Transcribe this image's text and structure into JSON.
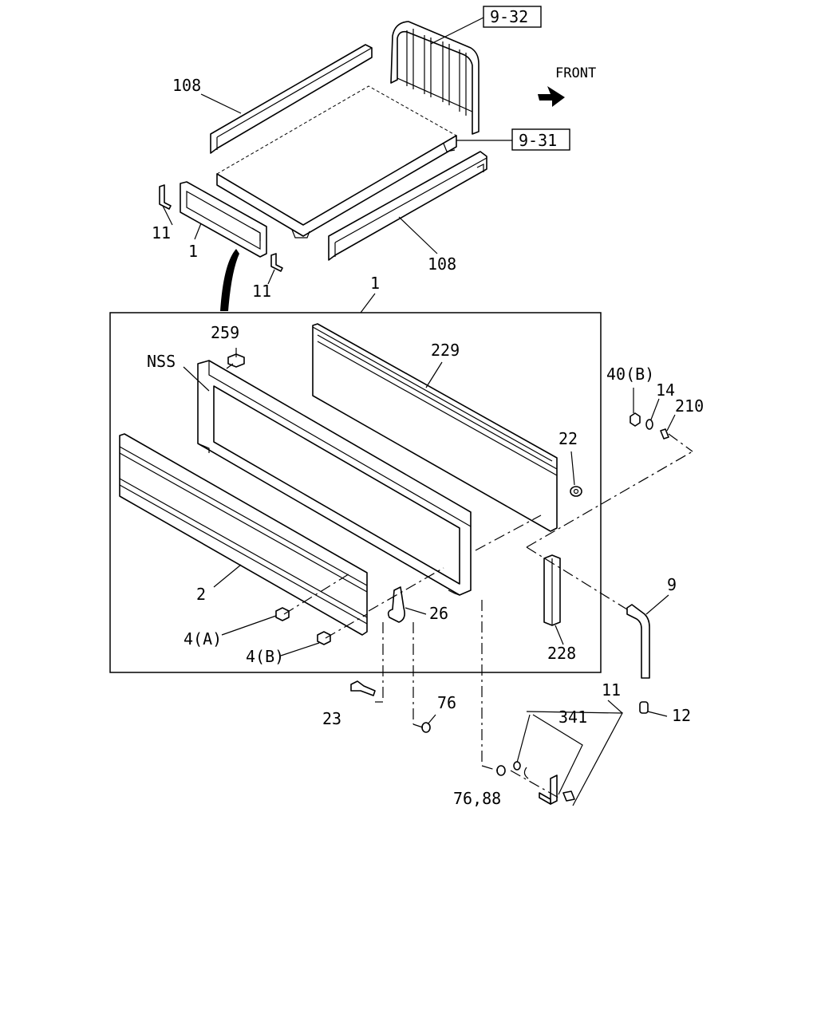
{
  "labels": {
    "ref_9_32": "9-32",
    "ref_9_31": "9-31",
    "front": "FRONT",
    "l108_top": "108",
    "l108_bottom": "108",
    "l11_a": "11",
    "l1_a": "1",
    "l11_b": "11",
    "l1_box": "1",
    "l259": "259",
    "nss": "NSS",
    "l229": "229",
    "l40b": "40(B)",
    "l14": "14",
    "l210": "210",
    "l22": "22",
    "l2": "2",
    "l26": "26",
    "l4a": "4(A)",
    "l4b": "4(B)",
    "l9": "9",
    "l228": "228",
    "l23": "23",
    "l76": "76",
    "l11_c": "11",
    "l341": "341",
    "l12": "12",
    "l76_88": "76,88"
  }
}
